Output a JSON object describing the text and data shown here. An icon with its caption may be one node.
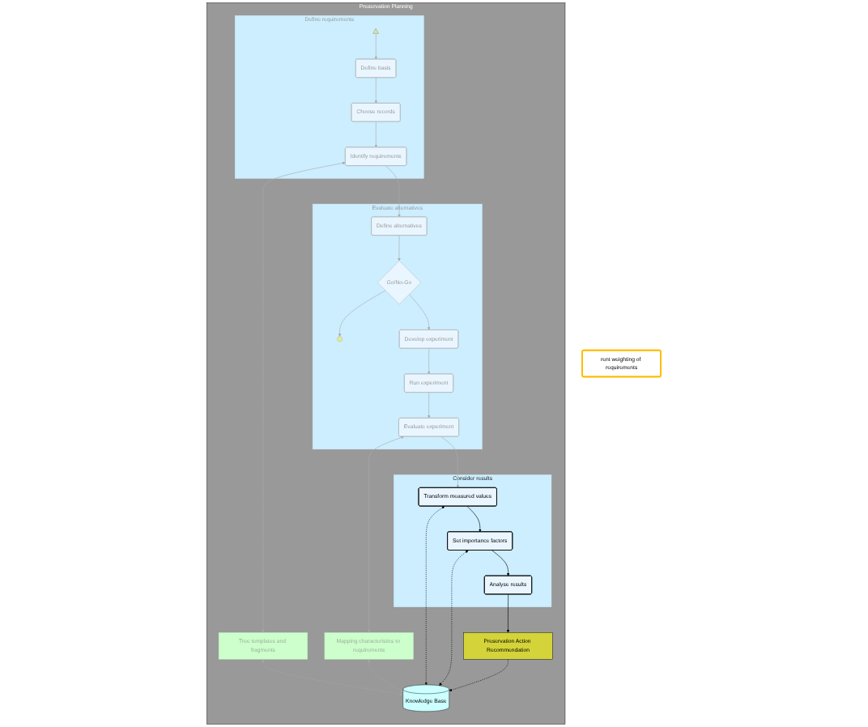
{
  "diagram": {
    "nodes": [
      {
        "text": [
          "Preservation Planning"
        ]
      },
      {
        "text": [
          "Define requirements"
        ],
        "in": 0
      },
      {
        "text": [],
        "shape": "triangle",
        "in": 1
      },
      {
        "text": [
          "Define basis"
        ],
        "in": 1
      },
      {
        "text": [
          "Choose records"
        ],
        "in": 1
      },
      {
        "text": [
          "Identify requirements"
        ],
        "in": 1
      },
      {
        "text": [
          "Tree templates and fragments"
        ],
        "in": 0
      },
      {
        "text": [
          "Evaluate alternatives"
        ],
        "in": 0
      },
      {
        "text": [],
        "shape": "circle",
        "in": 7
      },
      {
        "text": [
          "Go/No-Go"
        ],
        "in": 7
      },
      {
        "text": [
          "Define alternatives"
        ],
        "in": 7
      },
      {
        "text": [
          "Develop experiment"
        ],
        "in": 7
      },
      {
        "text": [
          "Run experiment"
        ],
        "in": 7
      },
      {
        "text": [
          "Evaluate experiment"
        ],
        "in": 7
      },
      {
        "text": [
          "Mapping characteristics to requirements"
        ],
        "in": 0
      },
      {
        "text": [
          "Consider results"
        ],
        "in": 0
      },
      {
        "text": [
          "Analyse results"
        ],
        "in": 15
      },
      {
        "text": [
          "Set importance factors"
        ],
        "in": 15
      },
      {
        "text": [
          "Transform measured values"
        ],
        "in": 15
      },
      {
        "text": [
          "Preservation Action Recommendation"
        ],
        "in": 0
      },
      {
        "text": [
          "Knowledge Base"
        ],
        "in": 0
      },
      {
        "text": [
          "rent weighting of requirements"
        ]
      }
    ],
    "edges": [
      {
        "from": 2,
        "to": 3,
        "arrow": "to"
      },
      {
        "from": 3,
        "to": 4,
        "arrow": "to"
      },
      {
        "from": 4,
        "to": 5,
        "arrow": "to"
      },
      {
        "from": 5,
        "to": 6,
        "arrow": "both"
      },
      {
        "from": 6,
        "to": 20,
        "arrow": "both",
        "style": "dashed"
      },
      {
        "from": 5,
        "to": 10,
        "arrow": "to"
      },
      {
        "from": 10,
        "to": 9,
        "arrow": "to"
      },
      {
        "from": 9,
        "to": 8,
        "arrow": "to"
      },
      {
        "from": 9,
        "to": 11,
        "arrow": "to"
      },
      {
        "from": 11,
        "to": 12,
        "arrow": "to"
      },
      {
        "from": 12,
        "to": 13,
        "arrow": "to"
      },
      {
        "from": 13,
        "to": 14,
        "arrow": "both"
      },
      {
        "from": 14,
        "to": 20,
        "arrow": "both",
        "style": "dashed"
      },
      {
        "from": 13,
        "to": 18,
        "arrow": "to"
      },
      {
        "from": 18,
        "to": 17,
        "arrow": "to",
        "color": "#000000"
      },
      {
        "from": 17,
        "to": 16,
        "arrow": "to",
        "color": "#000000"
      },
      {
        "from": 16,
        "to": 19,
        "arrow": "to",
        "color": "#000000"
      },
      {
        "from": 18,
        "to": 20,
        "arrow": "both",
        "style": "dashed",
        "color": "#000000"
      },
      {
        "from": 17,
        "to": 20,
        "arrow": "both",
        "style": "dashed",
        "color": "#000000"
      },
      {
        "from": 19,
        "to": 20,
        "arrow": "to",
        "style": "dashed",
        "color": "#000000"
      }
    ]
  }
}
